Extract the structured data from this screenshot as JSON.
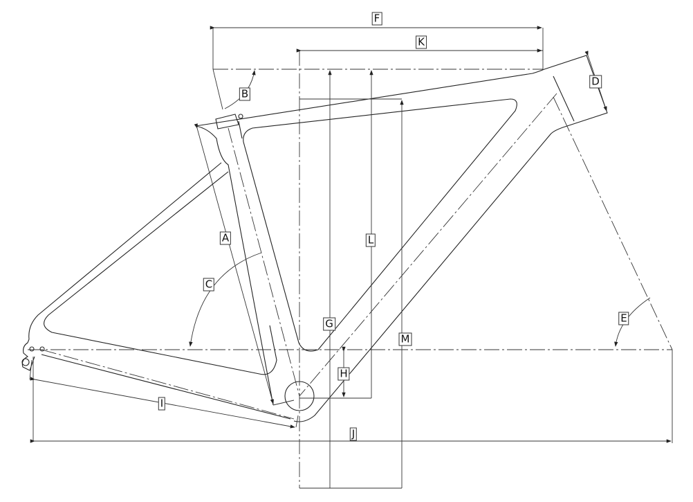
{
  "title": "Bicycle frame geometry diagram",
  "labels": {
    "A": "A",
    "B": "B",
    "C": "C",
    "D": "D",
    "E": "E",
    "F": "F",
    "G": "G",
    "H": "H",
    "I": "I",
    "J": "J",
    "K": "K",
    "L": "L",
    "M": "M"
  }
}
